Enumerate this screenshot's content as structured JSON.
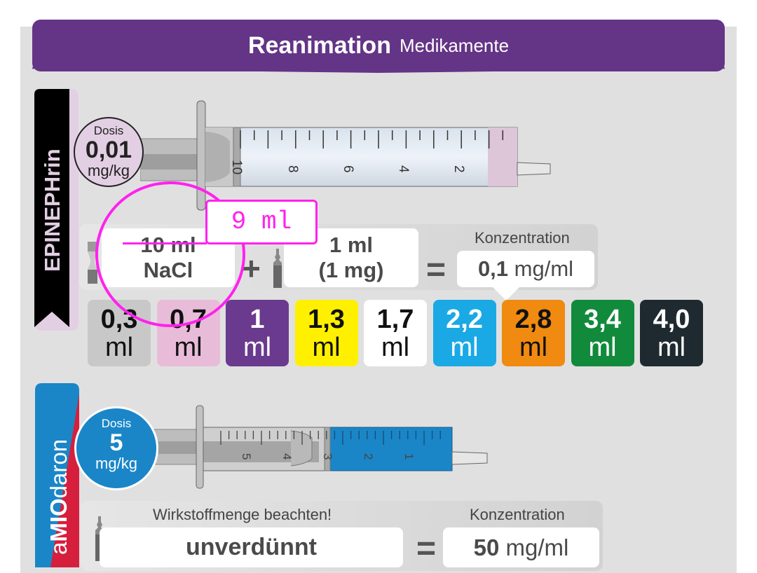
{
  "header": {
    "title_bold": "Reanimation",
    "title_regular": "Medikamente",
    "color": "#643486"
  },
  "epinephrin": {
    "ribbon_label": "EPINEPHrin",
    "ribbon_color": "#000000",
    "ribbon_text_color": "#e3cfe3",
    "dose": {
      "label": "Dosis",
      "value": "0,01",
      "unit": "mg/kg",
      "bg": "#e3cfe3"
    },
    "syringe": {
      "scale_labels": [
        "10",
        "8",
        "6",
        "4",
        "2"
      ]
    },
    "mix": {
      "nacl_amount": "10 ml",
      "nacl_label": "NaCl",
      "plus": "+",
      "drug_amount": "1 ml",
      "drug_mg": "(1 mg)",
      "equals": "=",
      "concentration_label": "Konzentration",
      "concentration_value": "0,1",
      "concentration_unit": "mg/ml"
    },
    "annotation": {
      "correction": "9 ml",
      "color": "#ff22ee"
    },
    "doses_ml": [
      {
        "value": "0,3",
        "unit": "ml",
        "bg": "#c8c8c8",
        "fg": "#111111"
      },
      {
        "value": "0,7",
        "unit": "ml",
        "bg": "#e8bcd8",
        "fg": "#111111"
      },
      {
        "value": "1",
        "unit": "ml",
        "bg": "#6a3a8e",
        "fg": "#ffffff"
      },
      {
        "value": "1,3",
        "unit": "ml",
        "bg": "#fff000",
        "fg": "#111111"
      },
      {
        "value": "1,7",
        "unit": "ml",
        "bg": "#ffffff",
        "fg": "#111111"
      },
      {
        "value": "2,2",
        "unit": "ml",
        "bg": "#1aa9e5",
        "fg": "#ffffff"
      },
      {
        "value": "2,8",
        "unit": "ml",
        "bg": "#f08a10",
        "fg": "#111111"
      },
      {
        "value": "3,4",
        "unit": "ml",
        "bg": "#128a3c",
        "fg": "#ffffff"
      },
      {
        "value": "4,0",
        "unit": "ml",
        "bg": "#1f2a30",
        "fg": "#ffffff"
      }
    ]
  },
  "amiodaron": {
    "ribbon_label_parts": [
      "a",
      "MIO",
      "daron"
    ],
    "ribbon_color_blue": "#1a86c8",
    "ribbon_color_red": "#d51f3d",
    "dose": {
      "label": "Dosis",
      "value": "5",
      "unit": "mg/kg",
      "bg": "#1a86c8"
    },
    "syringe": {
      "scale_labels": [
        "5",
        "4",
        "3",
        "2",
        "1"
      ],
      "fill_color": "#1a86c8"
    },
    "mix": {
      "note": "Wirkstoffmenge beachten!",
      "preparation": "unverdünnt",
      "equals": "=",
      "concentration_label": "Konzentration",
      "concentration_value": "50",
      "concentration_unit": "mg/ml"
    }
  }
}
